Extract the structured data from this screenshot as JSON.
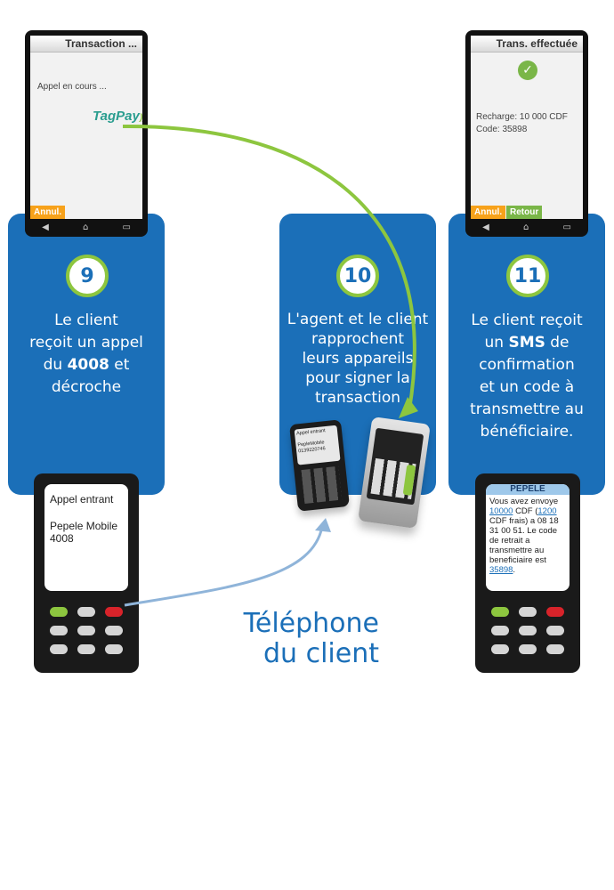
{
  "colors": {
    "panel_blue": "#1b6fb8",
    "accent_green": "#8dc63f",
    "cancel_orange": "#f7a21b",
    "end_red": "#d8232a"
  },
  "steps": [
    {
      "number": "9",
      "text_lines": [
        "Le client",
        "reçoit un appel",
        "du",
        "4008",
        "et",
        "décroche"
      ]
    },
    {
      "number": "10",
      "text_lines": [
        "L'agent et le client",
        "rapprochent",
        "leurs appareils",
        "pour signer la",
        "transaction"
      ]
    },
    {
      "number": "11",
      "text_lines": [
        "Le client reçoit",
        "un",
        "SMS",
        "de",
        "confirmation",
        "et un code à",
        "transmettre au",
        "bénéficiaire."
      ]
    }
  ],
  "phone_left": {
    "title": "Transaction ...",
    "status": "Appel en cours ...",
    "logo": "TagPay",
    "cancel": "Annul."
  },
  "phone_right": {
    "title": "Trans. effectuée",
    "check_icon": "checkmark-icon",
    "line1": "Recharge: 10 000 CDF",
    "line2": "Code: 35898",
    "cancel": "Annul.",
    "back": "Retour"
  },
  "feature_left": {
    "line1": "Appel entrant",
    "line2": "Pepele Mobile",
    "line3": "4008"
  },
  "feature_right": {
    "header": "PEPELE",
    "sms_parts": [
      "Vous avez envoye",
      "10000",
      "CDF (",
      "1200",
      "CDF frais) a 08 18 31 00 51. Le code de retrait a transmettre au beneficiaire est",
      "35898",
      "."
    ]
  },
  "mid_phone_small": {
    "line1": "Appel entrant",
    "line2": "PepleMobile",
    "line3": "0139220746"
  },
  "caption": {
    "line1": "Téléphone",
    "line2": "du client"
  }
}
